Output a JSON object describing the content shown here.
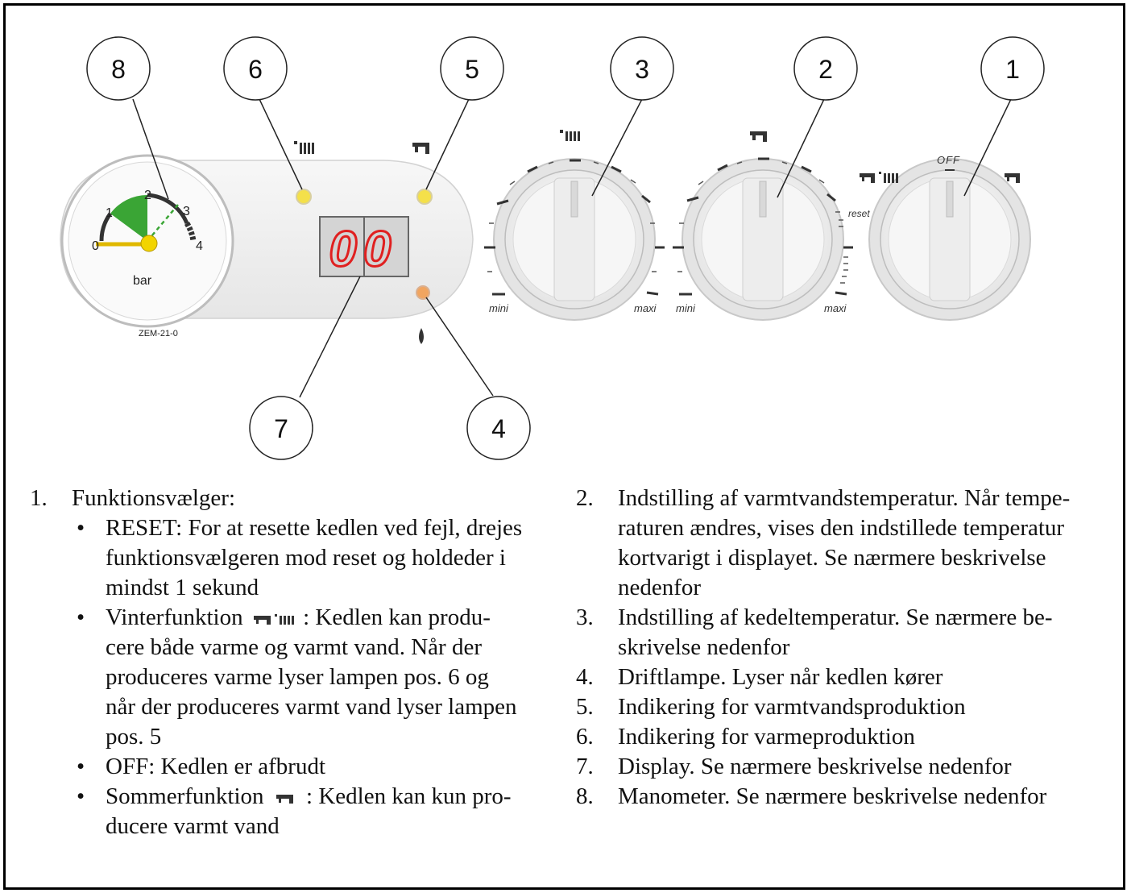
{
  "callouts": [
    "8",
    "6",
    "5",
    "3",
    "2",
    "1",
    "7",
    "4"
  ],
  "manometer": {
    "scale": [
      "0",
      "1",
      "2",
      "3",
      "4"
    ],
    "unit": "bar",
    "model": "ZEM-21-0"
  },
  "display": {
    "digits": "00"
  },
  "dials": {
    "kettle": {
      "min_label": "mini",
      "max_label": "maxi"
    },
    "hotwater": {
      "min_label": "mini",
      "max_label": "maxi"
    },
    "function": {
      "off_label": "OFF",
      "reset_label": "reset"
    }
  },
  "left_list": {
    "item1_num": "1.",
    "item1_title": "Funktionsvælger:",
    "bullets": [
      {
        "dot": "•",
        "lines": [
          "RESET: For at resette kedlen ved fejl, drejes",
          "funktionsvælgeren mod reset og holdeder i",
          "mindst 1 sekund"
        ]
      },
      {
        "dot": "•",
        "first_pre": "Vinterfunktion",
        "first_post": ": Kedlen kan produ-",
        "lines": [
          "cere både varme og varmt vand. Når der",
          "produceres varme lyser lampen pos. 6 og",
          "når der produceres varmt vand lyser lampen",
          "pos. 5"
        ]
      },
      {
        "dot": "•",
        "lines": [
          "OFF: Kedlen er afbrudt"
        ]
      },
      {
        "dot": "•",
        "first_pre": "Sommerfunktion",
        "first_post": ": Kedlen kan kun pro-",
        "lines": [
          "ducere varmt vand"
        ]
      }
    ]
  },
  "right_list": [
    {
      "num": "2.",
      "lines": [
        "Indstilling af varmtvandstemperatur. Når tempe-",
        "raturen ændres, vises den indstillede temperatur",
        "kortvarigt i displayet. Se nærmere beskrivelse",
        "nedenfor"
      ]
    },
    {
      "num": "3.",
      "lines": [
        "Indstilling af kedeltemperatur. Se nærmere be-",
        "skrivelse nedenfor"
      ]
    },
    {
      "num": "4.",
      "lines": [
        "Driftlampe. Lyser når kedlen kører"
      ]
    },
    {
      "num": "5.",
      "lines": [
        "Indikering for varmtvandsproduktion"
      ]
    },
    {
      "num": "6.",
      "lines": [
        "Indikering for varmeproduktion"
      ]
    },
    {
      "num": "7.",
      "lines": [
        "Display. Se nærmere beskrivelse nedenfor"
      ]
    },
    {
      "num": "8.",
      "lines": [
        "Manometer. Se nærmere beskrivelse nedenfor"
      ]
    }
  ]
}
